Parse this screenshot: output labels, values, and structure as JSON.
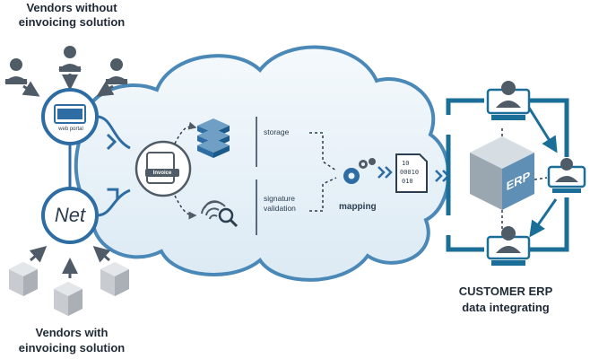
{
  "labels": {
    "vendors_without_line1": "Vendors without",
    "vendors_without_line2": "einvoicing solution",
    "vendors_with_line1": "Vendors with",
    "vendors_with_line2": "einvoicing solution",
    "customer_erp": "CUSTOMER ERP",
    "data_integrating": "data integrating",
    "web_portal": "web portal",
    "net": "Net",
    "storage": "storage",
    "signature_line1": "signature",
    "signature_line2": "validation",
    "mapping": "mapping",
    "erp_cube": "ERP",
    "binary_line1": "10",
    "binary_line2": "00010",
    "binary_line3": "010",
    "invoice_doc": "Invoice"
  },
  "colors": {
    "accent": "#2e6da4",
    "cloud_fill": "#e9f2f8",
    "cloud_stroke": "#4a88b8",
    "frame": "#1b6e97",
    "user_head": "#4f5b66",
    "cube": "#c8ccd0"
  },
  "icons": [
    "user-icon",
    "web-portal-icon",
    "net-icon",
    "cube-icon",
    "invoice-document-icon",
    "database-stack-icon",
    "fingerprint-search-icon",
    "gears-icon",
    "binary-file-icon",
    "erp-server-icon"
  ]
}
